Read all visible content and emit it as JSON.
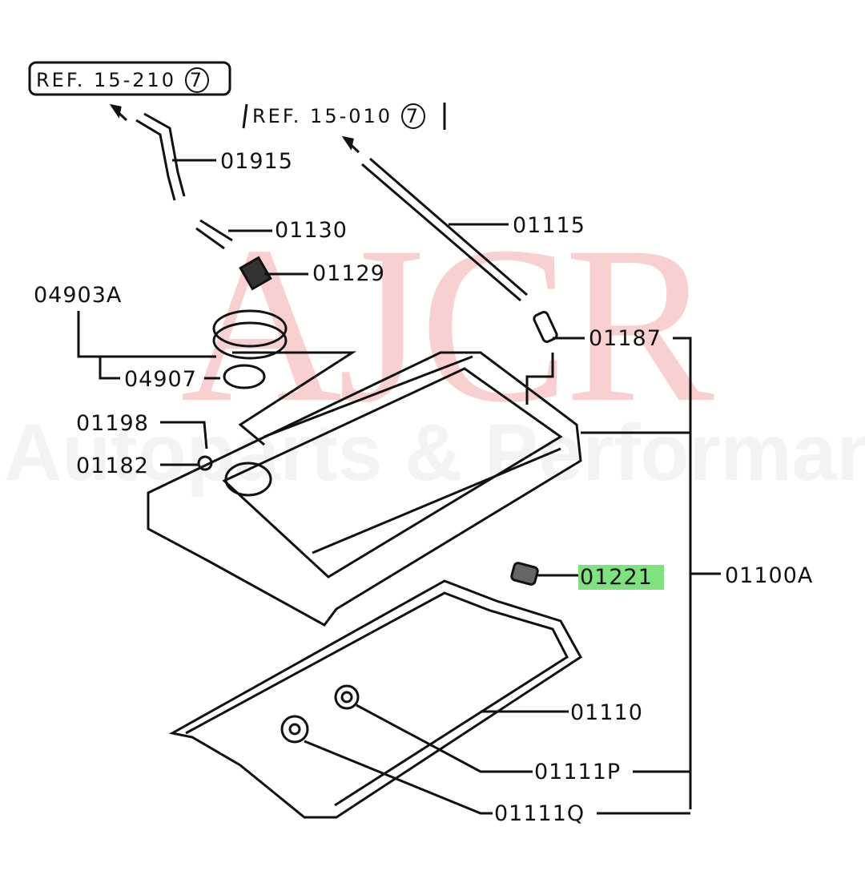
{
  "watermark": {
    "brand": "AJCR",
    "tagline": "Autoparts & Performance",
    "brand_color": "#eb7878"
  },
  "references": [
    {
      "text": "REF. 15-210",
      "circled": "7"
    },
    {
      "text": "REF. 15-010",
      "circled": "7"
    }
  ],
  "parts": {
    "p01915": "01915",
    "p01130": "01130",
    "p01129": "01129",
    "p01115": "01115",
    "p04903A": "04903A",
    "p04907": "04907",
    "p01187": "01187",
    "p01198": "01198",
    "p01182": "01182",
    "p01221": "01221",
    "p01100A": "01100A",
    "p01110": "01110",
    "p01111P": "01111P",
    "p01111Q": "01111Q"
  },
  "highlight": {
    "part": "01221",
    "color": "#7ee37e"
  }
}
